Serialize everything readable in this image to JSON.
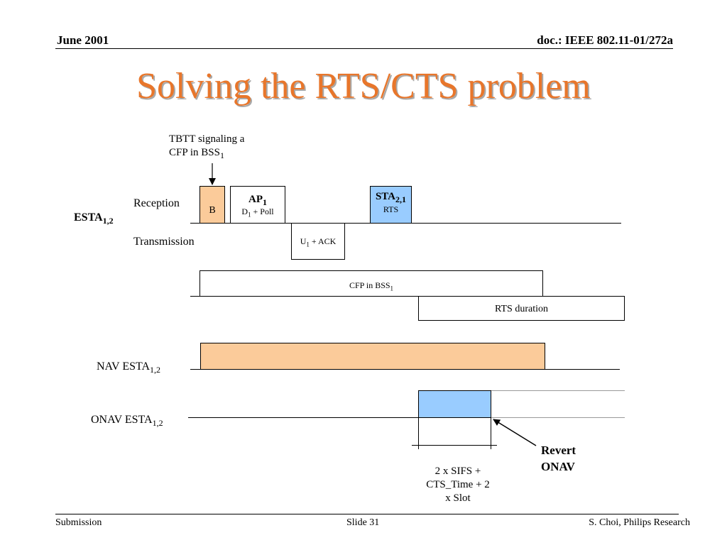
{
  "header": {
    "date": "June 2001",
    "doc": "doc.: IEEE 802.11-01/272a"
  },
  "slide": {
    "title": "Solving the RTS/CTS problem"
  },
  "diagram": {
    "tbtt_line1": "TBTT signaling a",
    "tbtt_line2": "CFP in BSS",
    "tbtt_sub": "1",
    "reception_label": "Reception",
    "transmission_label": "Transmission",
    "esta_label": "ESTA",
    "esta_sub": "1,2",
    "beacon": "B",
    "ap_label": "AP",
    "ap_sub": "1",
    "ap_poll_d": "D",
    "ap_poll_sub": "1",
    "ap_poll_rest": " + Poll",
    "u_label": "U",
    "u_sub": "1",
    "u_rest": " + ACK",
    "sta_label": "STA",
    "sta_sub": "2,1",
    "sta_rts": "RTS",
    "cfp_label": "CFP in BSS",
    "cfp_sub": "1",
    "rts_duration": "RTS duration",
    "nav_label": "NAV ESTA",
    "nav_sub": "1,2",
    "onav_label": "ONAV ESTA",
    "onav_sub": "1,2",
    "revert_line1": "Revert",
    "revert_line2": "ONAV",
    "sifs_line1": "2 x SIFS +",
    "sifs_line2": "CTS_Time + 2",
    "sifs_line3": "x Slot"
  },
  "colors": {
    "title": "#e8762b",
    "beacon_fill": "#fbcb9a",
    "nav_fill": "#fbcb9a",
    "sta_fill": "#99ccff",
    "onav_fill": "#99ccff"
  },
  "footer": {
    "left": "Submission",
    "center": "Slide 31",
    "right": "S. Choi, Philips Research"
  }
}
